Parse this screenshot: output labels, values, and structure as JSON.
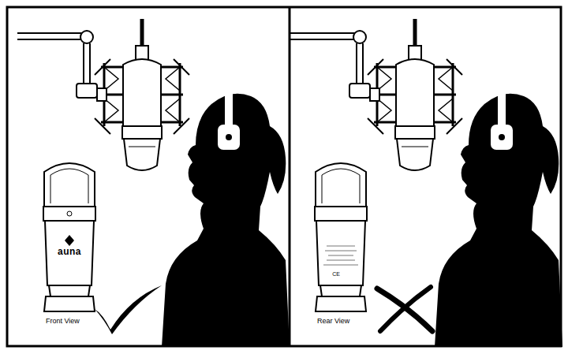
{
  "diagram": {
    "labels": [
      "auna",
      "Front View",
      "Rear View",
      "CE"
    ]
  }
}
